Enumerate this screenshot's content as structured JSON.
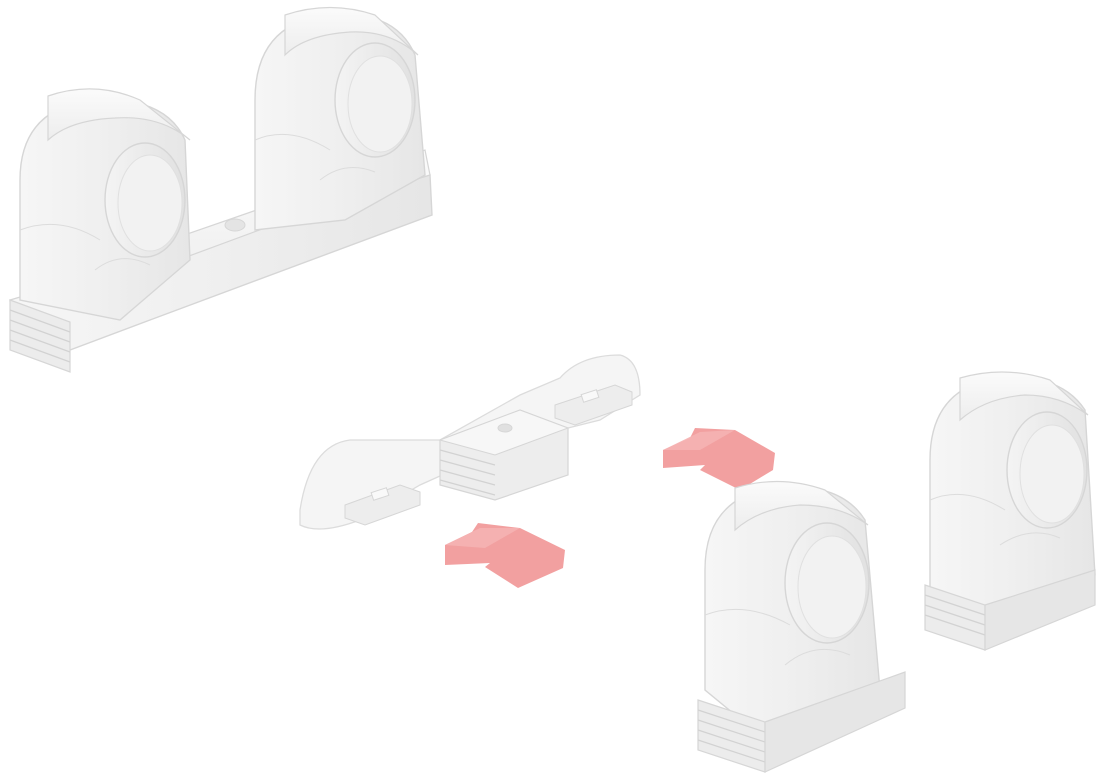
{
  "diagram": {
    "description_free": true,
    "colors": {
      "background": "#ffffff",
      "part_light": "#f4f4f4",
      "part_mid": "#ebebeb",
      "part_shade": "#dedede",
      "edge": "#d6d6d6",
      "arrow": "#f08f8f",
      "arrow_light": "#f5b3b3"
    },
    "parts": [
      {
        "id": "assembled-double-clip",
        "type": "double-pipe-clip"
      },
      {
        "id": "connector-base-plate",
        "type": "connector"
      },
      {
        "id": "single-clip-front",
        "type": "single-pipe-clip"
      },
      {
        "id": "single-clip-back",
        "type": "single-pipe-clip"
      }
    ],
    "arrows": [
      {
        "id": "arrow-upper",
        "icon": "arrow-left-icon"
      },
      {
        "id": "arrow-lower",
        "icon": "arrow-left-icon"
      }
    ]
  }
}
